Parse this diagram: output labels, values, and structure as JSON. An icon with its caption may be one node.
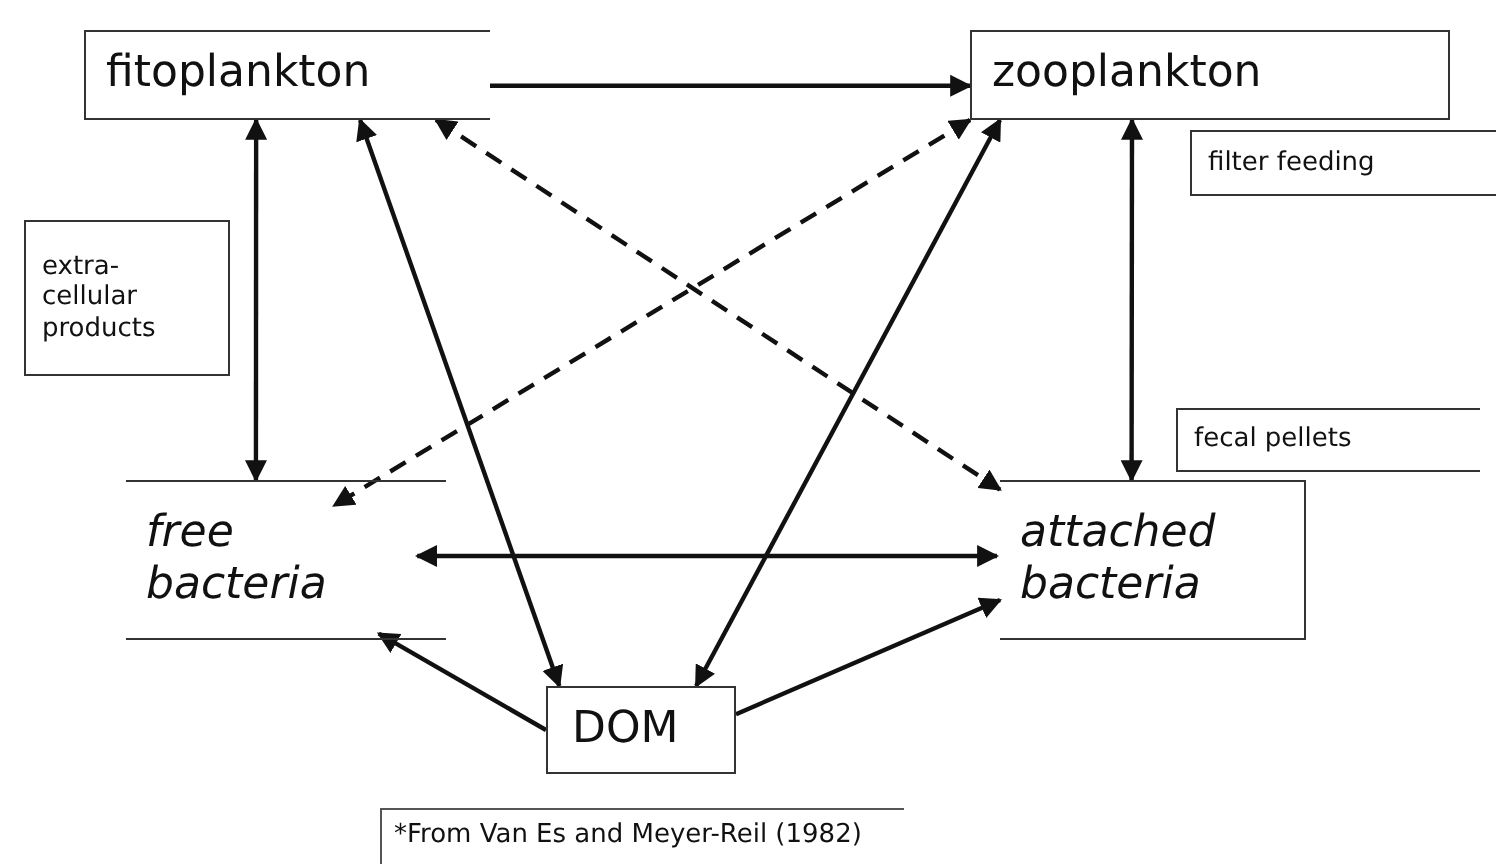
{
  "diagram": {
    "caption": "*From Van Es and Meyer-Reil (1982)",
    "nodes": [
      {
        "text": [
          "fitoplankton"
        ]
      },
      {
        "text": [
          "zooplankton"
        ]
      },
      {
        "text": [
          "filter feeding"
        ]
      },
      {
        "text": [
          "extra- cellular products"
        ]
      },
      {
        "text": [
          "fecal pellets"
        ]
      },
      {
        "text": [
          "free bacteria"
        ]
      },
      {
        "text": [
          "attached bacteria"
        ]
      },
      {
        "text": [
          "DOM"
        ]
      }
    ],
    "edges": [
      {
        "from": 0,
        "to": 1,
        "arrow": "to"
      },
      {
        "from": 0,
        "to": 5,
        "arrow": "both"
      },
      {
        "from": 0,
        "to": 7,
        "arrow": "both"
      },
      {
        "from": 0,
        "to": 6,
        "arrow": "both",
        "style": "dashed"
      },
      {
        "from": 1,
        "to": 5,
        "arrow": "both",
        "style": "dashed"
      },
      {
        "from": 1,
        "to": 7,
        "arrow": "both"
      },
      {
        "from": 1,
        "to": 6,
        "arrow": "both"
      },
      {
        "from": 5,
        "to": 6,
        "arrow": "both"
      },
      {
        "from": 7,
        "to": 5,
        "arrow": "to"
      },
      {
        "from": 7,
        "to": 6,
        "arrow": "to"
      }
    ]
  }
}
